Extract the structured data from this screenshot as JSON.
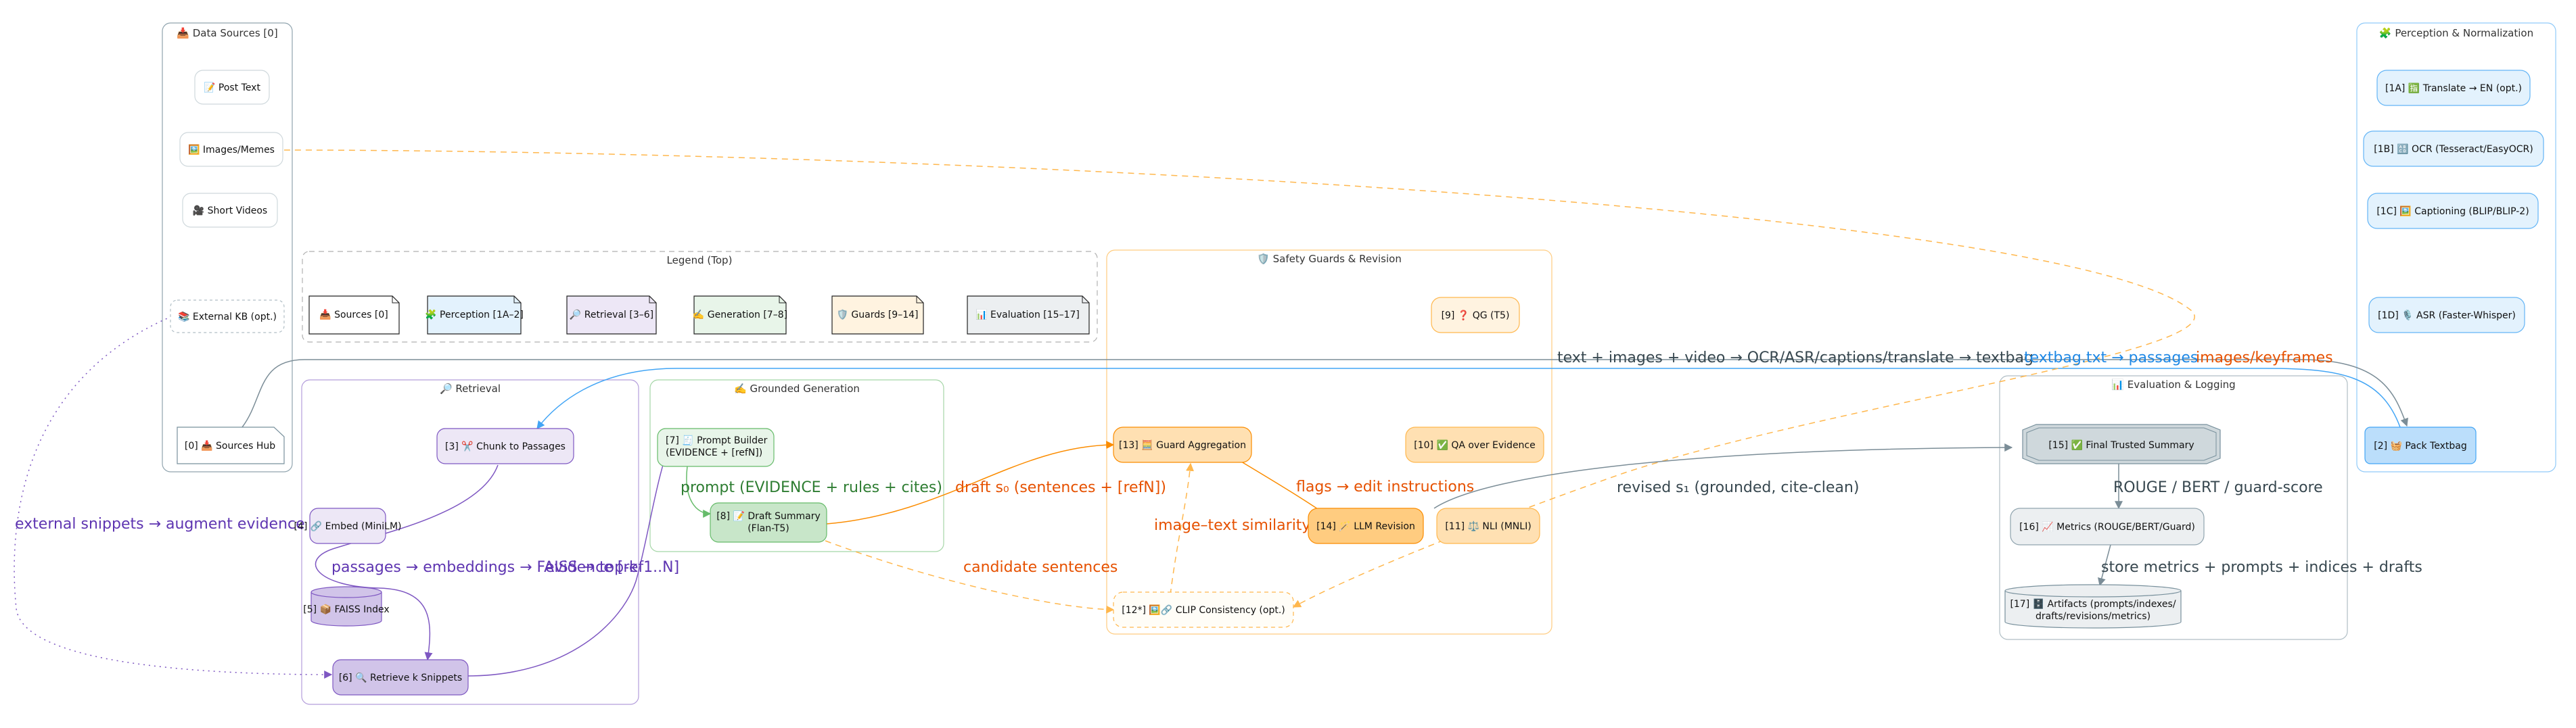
{
  "clusters": {
    "sources": "📥 Data Sources [0]",
    "perception": "🧩 Perception & Normalization",
    "legend": "Legend (Top)",
    "retrieval": "🔎 Retrieval",
    "generation": "✍️ Grounded Generation",
    "guards": "🛡️ Safety Guards & Revision",
    "evaluation": "📊 Evaluation & Logging"
  },
  "nodes": {
    "post_text": "📝 Post Text",
    "images_memes": "🖼️ Images/Memes",
    "short_videos": "🎥 Short Videos",
    "external_kb": "📚 External KB (opt.)",
    "sources_hub": "[0] 📥 Sources Hub",
    "translate": "[1A] 🈯 Translate → EN (opt.)",
    "ocr": "[1B] 🔠 OCR (Tesseract/EasyOCR)",
    "captioning": "[1C] 🖼️ Captioning (BLIP/BLIP-2)",
    "asr": "[1D] 🎙️ ASR (Faster-Whisper)",
    "pack_textbag": "[2] 🧺 Pack Textbag",
    "chunk": "[3] ✂️ Chunk to Passages",
    "embed": "[4] 🔗 Embed (MiniLM)",
    "faiss": "[5] 📦 FAISS Index",
    "retrieve": "[6] 🔍 Retrieve k Snippets",
    "prompt_builder_1": "[7] 🧾 Prompt Builder",
    "prompt_builder_2": "(EVIDENCE + [refN])",
    "draft_summary_1": "[8] 📝 Draft Summary",
    "draft_summary_2": "(Flan-T5)",
    "qg": "[9] ❓ QG (T5)",
    "qa": "[10] ✅ QA over Evidence",
    "nli": "[11] ⚖️ NLI (MNLI)",
    "clip": "[12*] 🖼️🔗 CLIP Consistency (opt.)",
    "guard_agg": "[13] 🧮 Guard Aggregation",
    "llm_revision": "[14] 🪄 LLM Revision",
    "final_summary": "[15] ✅ Final Trusted Summary",
    "metrics": "[16] 📈 Metrics (ROUGE/BERT/Guard)",
    "artifacts_1": "[17] 🗄️ Artifacts (prompts/indexes/",
    "artifacts_2": "drafts/revisions/metrics)"
  },
  "legend": {
    "sources": "📥 Sources  [0]",
    "perception": "🧩 Perception [1A–2]",
    "retrieval": "🔎 Retrieval  [3–6]",
    "generation": "✍️ Generation [7–8]",
    "guards": "🛡️ Guards    [9–14]",
    "evaluation": "📊 Evaluation [15–17]"
  },
  "edges": {
    "textbag_gray": "text + images + video → OCR/ASR/captions/translate → textbag",
    "textbag_blue": "textbag.txt → passages",
    "images_keyframes": "images/keyframes",
    "external_snippets": "external snippets → augment evidence",
    "passages_faiss": "passages → embeddings → FAISS → top-k",
    "evidence": "evidence [ref1..N]",
    "prompt_rules": "prompt (EVIDENCE + rules + cites)",
    "draft_s0": "draft s₀ (sentences + [refN])",
    "flags": "flags → edit instructions",
    "image_text": "image–text similarity",
    "candidate": "candidate sentences",
    "revised": "revised s₁ (grounded, cite-clean)",
    "rouge": "ROUGE / BERT / guard-score",
    "store": "store metrics + prompts + indices + drafts"
  },
  "colors": {
    "perception_fill": "#e3f2fd",
    "perception_stroke": "#64b5f6",
    "retrieval_fill": "#ede7f6",
    "retrieval_stroke": "#7e57c2",
    "generation_fill": "#e8f5e9",
    "generation_stroke": "#66bb6a",
    "guards_fill": "#fff3e0",
    "guards_stroke": "#ffb74d",
    "eval_fill": "#eceff1",
    "eval_stroke": "#90a4ae",
    "orange_text": "#e65100",
    "purple_text": "#5e35b1",
    "green_text": "#2e7d32",
    "blue_text": "#1e88e5",
    "gray_text": "#37474f"
  }
}
